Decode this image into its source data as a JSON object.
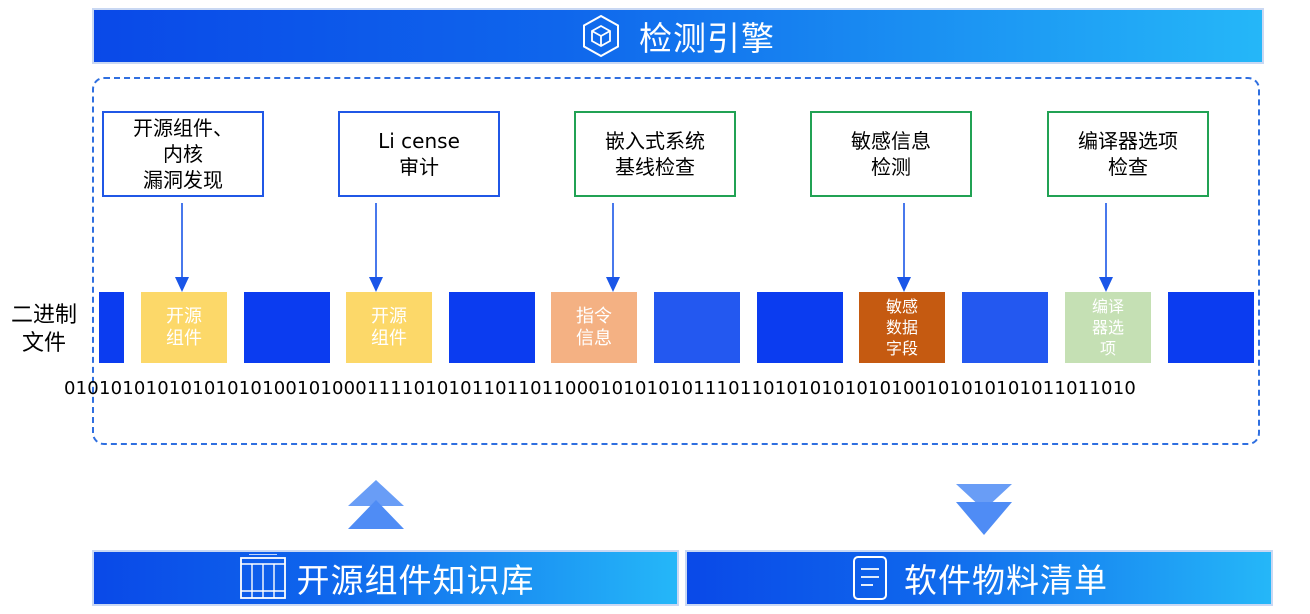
{
  "header": {
    "title": "检测引擎",
    "icon": "cube-icon"
  },
  "engines": [
    {
      "label": "开源组件、\n内核\n漏洞发现",
      "border": "blue"
    },
    {
      "label": "Li cense\n审计",
      "border": "blue"
    },
    {
      "label": "嵌入式系统\n基线检查",
      "border": "green"
    },
    {
      "label": "敏感信息\n检测",
      "border": "green"
    },
    {
      "label": "编译器选项\n检查",
      "border": "green"
    }
  ],
  "binary": {
    "side_label": "二进制\n文件",
    "bits": "01010101010101010100101000111101010110110110001010101011101101010101010100101010101011011010",
    "segments": [
      {
        "label": "",
        "color": "#0b3cf0"
      },
      {
        "label": "开源\n组件",
        "color": "#fcd869"
      },
      {
        "label": "",
        "color": "#0b3cf0"
      },
      {
        "label": "开源\n组件",
        "color": "#fcd869"
      },
      {
        "label": "",
        "color": "#0b3cf0"
      },
      {
        "label": "指令\n信息",
        "color": "#f4b183"
      },
      {
        "label": "",
        "color": "#2358f0"
      },
      {
        "label": "",
        "color": "#0b3cf0"
      },
      {
        "label": "敏感\n数据\n字段",
        "color": "#c55a11"
      },
      {
        "label": "",
        "color": "#2358f0"
      },
      {
        "label": "编译\n器选\n项",
        "color": "#c5e0b4"
      },
      {
        "label": "",
        "color": "#0b3cf0"
      }
    ]
  },
  "footer": {
    "left": {
      "title": "开源组件知识库",
      "icon": "database-cabinet-icon"
    },
    "right": {
      "title": "软件物料清单",
      "icon": "document-list-icon"
    }
  },
  "colors": {
    "banner_start": "#0a49e8",
    "banner_end": "#25b7f8",
    "blue_border": "#2057e6",
    "green_border": "#21a254",
    "arrow": "#1a56e8",
    "up_triangles": "#4f8cf5",
    "down_triangles": "#4f8cf5"
  }
}
